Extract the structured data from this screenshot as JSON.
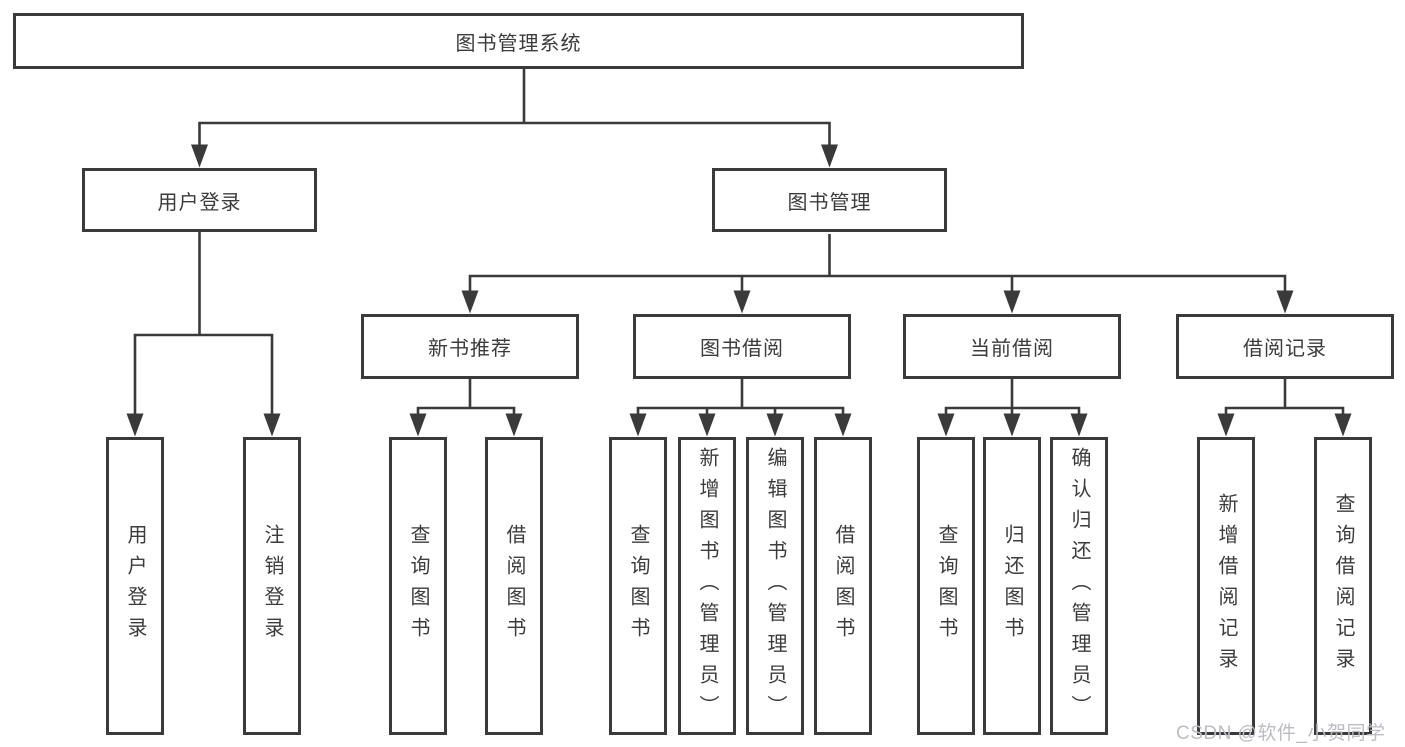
{
  "diagram_type": "functional-structure-tree",
  "tree": {
    "root": {
      "label": "图书管理系统",
      "children": [
        {
          "label": "用户登录",
          "children": [
            {
              "label": "用户登录"
            },
            {
              "label": "注销登录"
            }
          ]
        },
        {
          "label": "图书管理",
          "children": [
            {
              "label": "新书推荐",
              "children": [
                {
                  "label": "查询图书"
                },
                {
                  "label": "借阅图书"
                }
              ]
            },
            {
              "label": "图书借阅",
              "children": [
                {
                  "label": "查询图书"
                },
                {
                  "label": "新增图书（管理员）"
                },
                {
                  "label": "编辑图书（管理员）"
                },
                {
                  "label": "借阅图书"
                }
              ]
            },
            {
              "label": "当前借阅",
              "children": [
                {
                  "label": "查询图书"
                },
                {
                  "label": "归还图书"
                },
                {
                  "label": "确认归还（管理员）"
                }
              ]
            },
            {
              "label": "借阅记录",
              "children": [
                {
                  "label": "新增借阅记录"
                },
                {
                  "label": "查询借阅记录"
                }
              ]
            }
          ]
        }
      ]
    }
  },
  "watermark": {
    "text": "CSDN @软件_小贺同学"
  },
  "colors": {
    "line": "#3a3a3a",
    "box_border": "#3a3a3a",
    "text": "#3c3c3c",
    "background": "#ffffff",
    "watermark": "#bcbcc7"
  }
}
